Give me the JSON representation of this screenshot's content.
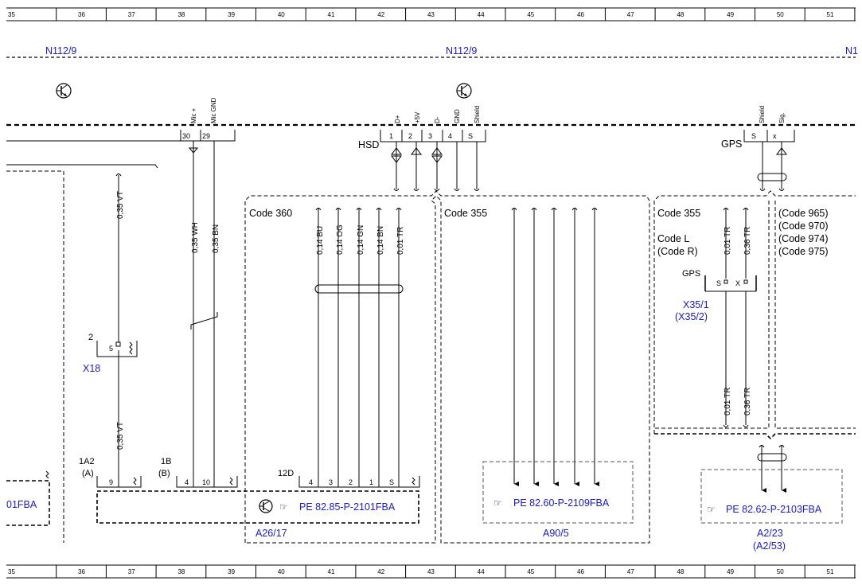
{
  "ruler": [
    "35",
    "36",
    "37",
    "38",
    "39",
    "40",
    "41",
    "42",
    "43",
    "44",
    "45",
    "46",
    "47",
    "48",
    "49",
    "50",
    "51"
  ],
  "header_components": [
    "N112/9",
    "N112/9",
    "N1"
  ],
  "connectors": {
    "mic": {
      "pin_a": "30",
      "pin_b": "29",
      "label_a": "Mic +",
      "label_b": "Mic GND"
    },
    "hsd": {
      "name": "HSD",
      "pins": [
        "1",
        "2",
        "3",
        "4",
        "S"
      ],
      "labels": [
        "D+",
        "+5V",
        "D-",
        "GND",
        "Shield"
      ]
    },
    "gps": {
      "name": "GPS",
      "pins": [
        "S",
        "x"
      ],
      "labels": [
        "Shield",
        "Sig."
      ]
    }
  },
  "wires": {
    "vt_top": "0,35 VT",
    "vt_bottom": "0,35 VT",
    "wh": "0,35 WH",
    "bn": "0,35 BN",
    "code360": [
      "0,14 BU",
      "0,14 OG",
      "0,14 GN",
      "0,14 BN",
      "0,01 TR"
    ],
    "gps_top": [
      "0,01 TR",
      "0,36 TR"
    ],
    "gps_bottom": [
      "0,01 TR",
      "0,36 TR"
    ]
  },
  "codes": {
    "c360": "Code 360",
    "c355a": "Code 355",
    "c355b": "Code 355",
    "codeL": "Code L",
    "codeR": "(Code R)",
    "right_codes": [
      "(Code 965)",
      "(Code 970)",
      "(Code 974)",
      "(Code 975)"
    ]
  },
  "x18": {
    "name": "X18",
    "num": "2",
    "pin": "5"
  },
  "x35": {
    "name": "X35/1",
    "alt": "(X35/2)",
    "label": "GPS",
    "pins": [
      "S",
      "X"
    ]
  },
  "bottom_conn": {
    "a_label": "1A2",
    "a_sub": "(A)",
    "a_pin": "9",
    "b_label": "1B",
    "b_sub": "(B)",
    "b_pins": [
      "4",
      "10"
    ],
    "d_label": "12D",
    "d_pins": [
      "4",
      "3",
      "2",
      "1",
      "S"
    ]
  },
  "modules": {
    "left_ref": "01FBA",
    "a26": {
      "name": "A26/17",
      "ref": "PE 82.85-P-2101FBA"
    },
    "a90": {
      "name": "A90/5",
      "ref": "PE 82.60-P-2109FBA"
    },
    "a2": {
      "name": "A2/23",
      "alt": "(A2/53)",
      "ref": "PE 82.62-P-2103FBA"
    }
  },
  "icons": [
    "transistor-icon",
    "pointing-hand-icon",
    "shield-twist-icon",
    "antenna-signal-icon"
  ],
  "colors": {
    "component_blue": "#1a1ad0",
    "line": "#000000",
    "grey_box": "#666666"
  }
}
